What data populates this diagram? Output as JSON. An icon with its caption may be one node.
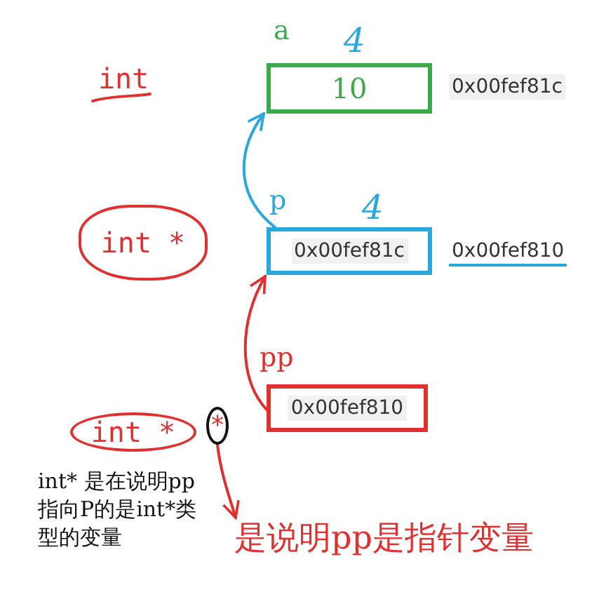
{
  "diagram": {
    "nodes": [
      {
        "text": [
          "a",
          "10"
        ],
        "beside": [
          "4",
          "0x00fef81c"
        ]
      },
      {
        "text": [
          "p",
          "0x00fef81c"
        ],
        "beside": [
          "4",
          "0x00fef810"
        ]
      },
      {
        "text": [
          "pp",
          "0x00fef810"
        ]
      },
      {
        "text": [
          "int *"
        ]
      },
      {
        "text": [
          "int *"
        ]
      },
      {
        "text": [
          "*"
        ]
      },
      {
        "text": [
          "是说明pp是指针变量"
        ]
      }
    ],
    "edges": [
      {
        "from": 1,
        "to": 0,
        "arrow": "to",
        "color": "#29a8e0"
      },
      {
        "from": 2,
        "to": 1,
        "arrow": "to"
      },
      {
        "from": 5,
        "to": 6,
        "arrow": "to"
      }
    ],
    "labels": [
      "int",
      "int* 是在说明pp指向P的是int*类型的变量"
    ]
  }
}
